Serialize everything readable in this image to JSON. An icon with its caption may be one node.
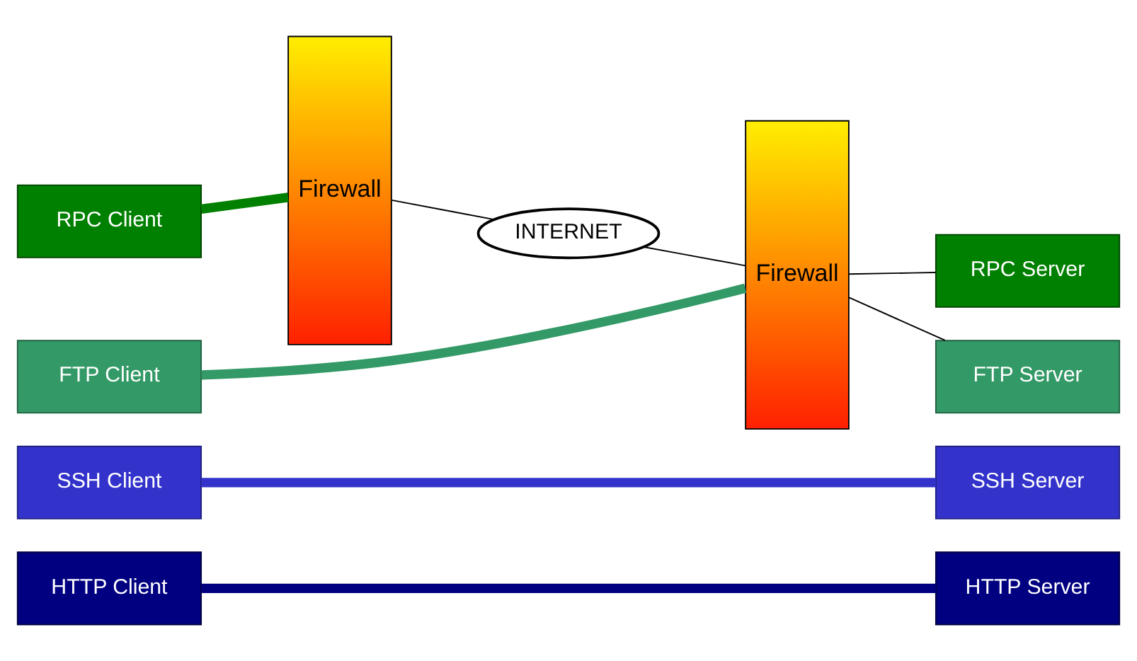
{
  "diagram": {
    "nodes": [
      {
        "text": [
          "RPC Client"
        ]
      },
      {
        "text": [
          "Firewall"
        ]
      },
      {
        "text": [
          "Firewall"
        ]
      },
      {
        "text": [
          "RPC Server"
        ]
      },
      {
        "text": [
          "FTP Client"
        ]
      },
      {
        "text": [
          "FTP Server"
        ]
      },
      {
        "text": [
          "SSH Client"
        ]
      },
      {
        "text": [
          "SSH Server"
        ]
      },
      {
        "text": [
          "HTTP Client"
        ]
      },
      {
        "text": [
          "HTTP Server"
        ]
      },
      {
        "text": [
          "INTERNET"
        ]
      }
    ],
    "edges": [
      {
        "from": 0,
        "to": 1,
        "arrow": "none",
        "style": "thick",
        "color": "#008000"
      },
      {
        "from": 2,
        "to": 3,
        "arrow": "none"
      },
      {
        "from": 4,
        "to": 2,
        "arrow": "none",
        "style": "thick",
        "color": "#339966"
      },
      {
        "from": 2,
        "to": 5,
        "arrow": "none"
      },
      {
        "from": 6,
        "to": 7,
        "arrow": "none",
        "style": "thick",
        "color": "#3333cc"
      },
      {
        "from": 8,
        "to": 9,
        "arrow": "none",
        "style": "thick",
        "color": "#000080"
      },
      {
        "from": 1,
        "to": 10,
        "arrow": "none"
      },
      {
        "from": 10,
        "to": 2,
        "arrow": "none"
      }
    ]
  }
}
